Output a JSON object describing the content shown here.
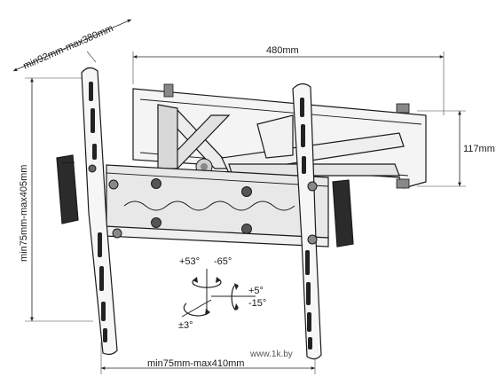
{
  "dimensions": {
    "plate_width": "480mm",
    "depth": "117mm",
    "vertical_range": "min75mm-max405mm",
    "horizontal_range": "min75mm-max410mm",
    "arm_range": "min92mm-max380mm"
  },
  "rotation": {
    "swivel_left": "+53°",
    "swivel_right": "-65°",
    "tilt_up": "+5°",
    "tilt_down": "-15°",
    "roll": "±3°"
  },
  "watermark": "www.1k.by",
  "icons": [
    "swivel-rotation-icon",
    "tilt-rotation-icon",
    "roll-rotation-icon"
  ]
}
